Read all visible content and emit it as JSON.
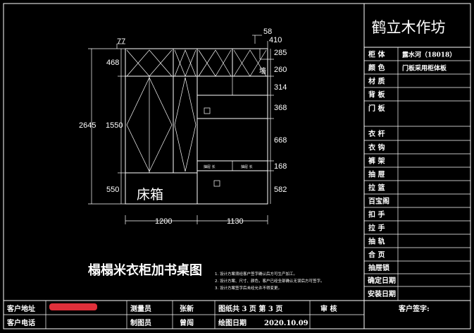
{
  "company": "鹤立木作坊",
  "drawing_title": "榻榻米衣柜加书桌图",
  "bed_label": "床箱",
  "small_tag": "墙",
  "shelf_labels": [
    "抽屉 长",
    "抽屉 长"
  ],
  "notes": [
    "1. 设计方案须经客户签字确认后方可生产加工。",
    "2. 设计方案、尺寸、颜色，客户已经全部确认无误后方可签字。",
    "3. 设计方案签字后未经允许不得变更。"
  ],
  "dimensions": {
    "left": [
      "2645",
      "468",
      "1550",
      "550"
    ],
    "bottom": [
      "1200",
      "1130"
    ],
    "top": [
      "77",
      "58",
      "410"
    ],
    "right": [
      "285",
      "260",
      "314",
      "368",
      "668",
      "168",
      "582"
    ]
  },
  "spec_rows": [
    {
      "label": "柜 体",
      "value": "露水河（18018）"
    },
    {
      "label": "颜 色",
      "value": "门板采用柜体板"
    },
    {
      "label": "材 质",
      "value": ""
    },
    {
      "label": "背 板",
      "value": ""
    },
    {
      "label": "门 板",
      "value": ""
    },
    {
      "label": "衣 杆",
      "value": ""
    },
    {
      "label": "衣 钩",
      "value": ""
    },
    {
      "label": "裤 架",
      "value": ""
    },
    {
      "label": "抽 屉",
      "value": ""
    },
    {
      "label": "拉 篮",
      "value": ""
    },
    {
      "label": "百宝阁",
      "value": ""
    },
    {
      "label": "扣 手",
      "value": ""
    },
    {
      "label": "拉 手",
      "value": ""
    },
    {
      "label": "抽 轨",
      "value": ""
    },
    {
      "label": "合 页",
      "value": ""
    },
    {
      "label": "抽屉锁",
      "value": ""
    },
    {
      "label": "确定日期",
      "value": ""
    },
    {
      "label": "安装日期",
      "value": ""
    }
  ],
  "footer": {
    "client_address_label": "客户地址",
    "client_address_value": "[redacted]",
    "client_phone_label": "客户电话",
    "surveyor_label": "测量员",
    "surveyor_value": "张新",
    "drafter_label": "制图员",
    "drafter_value": "曾闯",
    "sheet_info": "图纸共 3 页 第 3 页",
    "draw_date_label": "绘图日期",
    "draw_date_value": "2020.10.09",
    "review_label": "审 核",
    "client_sign_label": "客户签字:"
  }
}
